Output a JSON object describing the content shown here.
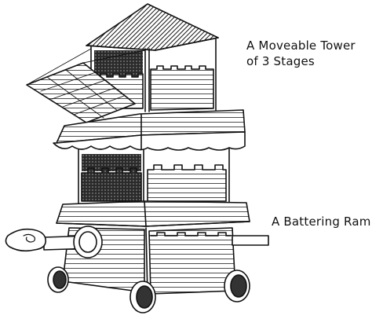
{
  "captions": {
    "tower_line1": "A Moveable Tower",
    "tower_line2": "of 3 Stages",
    "ram": "A Battering Ram"
  },
  "colors": {
    "ink": "#111111",
    "paper": "#ffffff",
    "shade": "#3a3a3a"
  }
}
